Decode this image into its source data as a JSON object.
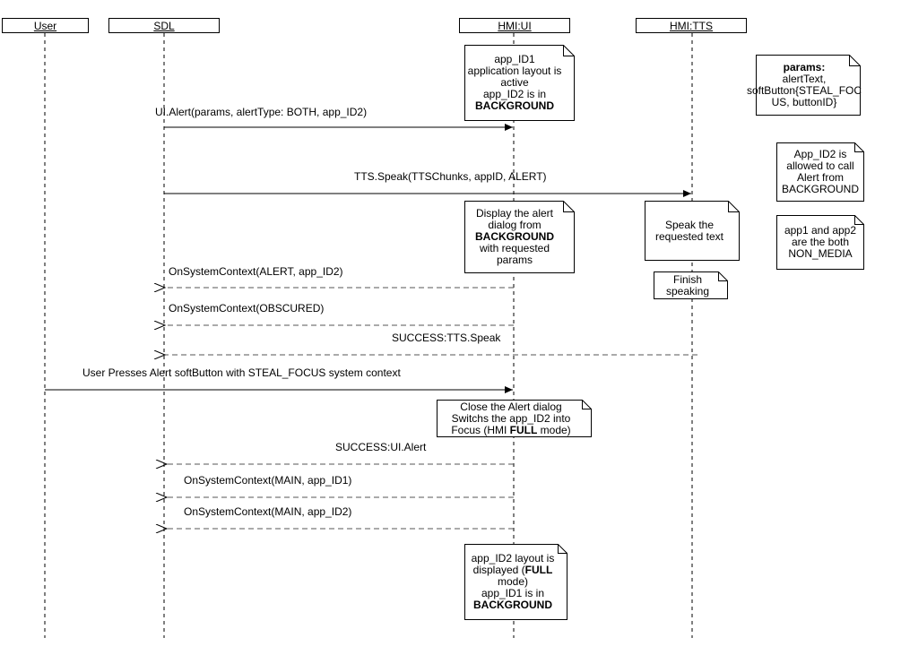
{
  "lifelines": {
    "user": "User",
    "sdl": "SDL",
    "hmi_ui": "HMI:UI",
    "hmi_tts": "HMI:TTS"
  },
  "messages": {
    "m1": "UI.Alert(params, alertType: BOTH, app_ID2)",
    "m2": "TTS.Speak(TTSChunks, appID, ALERT)",
    "m3": "OnSystemContext(ALERT, app_ID2)",
    "m4": "OnSystemContext(OBSCURED)",
    "m5": "SUCCESS:TTS.Speak",
    "m6": "User Presses Alert softButton with STEAL_FOCUS system context",
    "m7": "SUCCESS:UI.Alert",
    "m8": "OnSystemContext(MAIN, app_ID1)",
    "m9": "OnSystemContext(MAIN, app_ID2)"
  },
  "notes": {
    "n1": {
      "l1": "app_ID1",
      "l2": "application layout is",
      "l3": "active",
      "l4": "app_ID2 is in",
      "l5": "BACKGROUND"
    },
    "n2": {
      "l1": "Display the alert",
      "l2": "dialog from",
      "l3": "BACKGROUND",
      "l4": "with requested",
      "l5": "params"
    },
    "n3": {
      "l1": "Speak the",
      "l2": "requested text"
    },
    "n4": {
      "l1": "Finish",
      "l2": "speaking"
    },
    "n5": {
      "l1": "Close the Alert dialog",
      "l2": "Switchs the app_ID2 into",
      "l3a": "Focus (HMI ",
      "l3b": "FULL",
      "l3c": " mode)"
    },
    "n6": {
      "l1": "app_ID2 layout is",
      "l2a": "displayed (",
      "l2b": "FULL",
      "l3": "mode)",
      "l4": "app_ID1 is in",
      "l5": "BACKGROUND"
    },
    "side1": {
      "l1": "params:",
      "l2": "alertText,",
      "l3": "softButton{STEAL_FOC",
      "l4": "US, buttonID}"
    },
    "side2": {
      "l1": "App_ID2 is",
      "l2": "allowed to call",
      "l3": "Alert from",
      "l4": "BACKGROUND"
    },
    "side3": {
      "l1": "app1 and app2",
      "l2": "are the both",
      "l3": "NON_MEDIA"
    }
  }
}
